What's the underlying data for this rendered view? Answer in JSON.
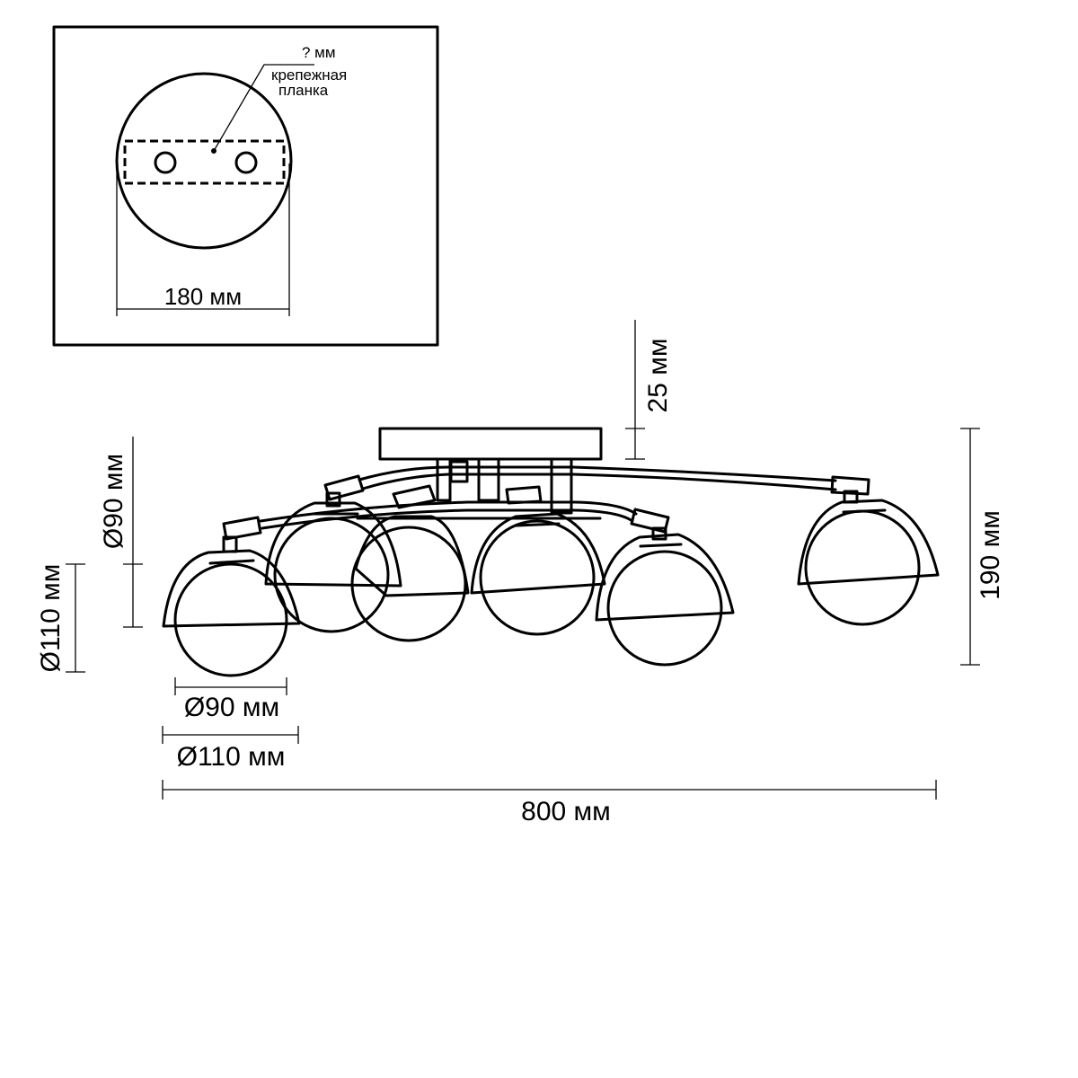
{
  "inset": {
    "unknown_dimension": "? мм",
    "plate_label_line1": "крепежная",
    "plate_label_line2": "планка",
    "base_diameter": "180 мм"
  },
  "dimensions": {
    "mount_height": "25 мм",
    "total_height": "190 мм",
    "shade_diameter_vertical": "Ø90 мм",
    "globe_diameter_vertical": "Ø110 мм",
    "shade_diameter_horizontal": "Ø90 мм",
    "globe_diameter_horizontal": "Ø110 мм",
    "total_width": "800 мм"
  }
}
